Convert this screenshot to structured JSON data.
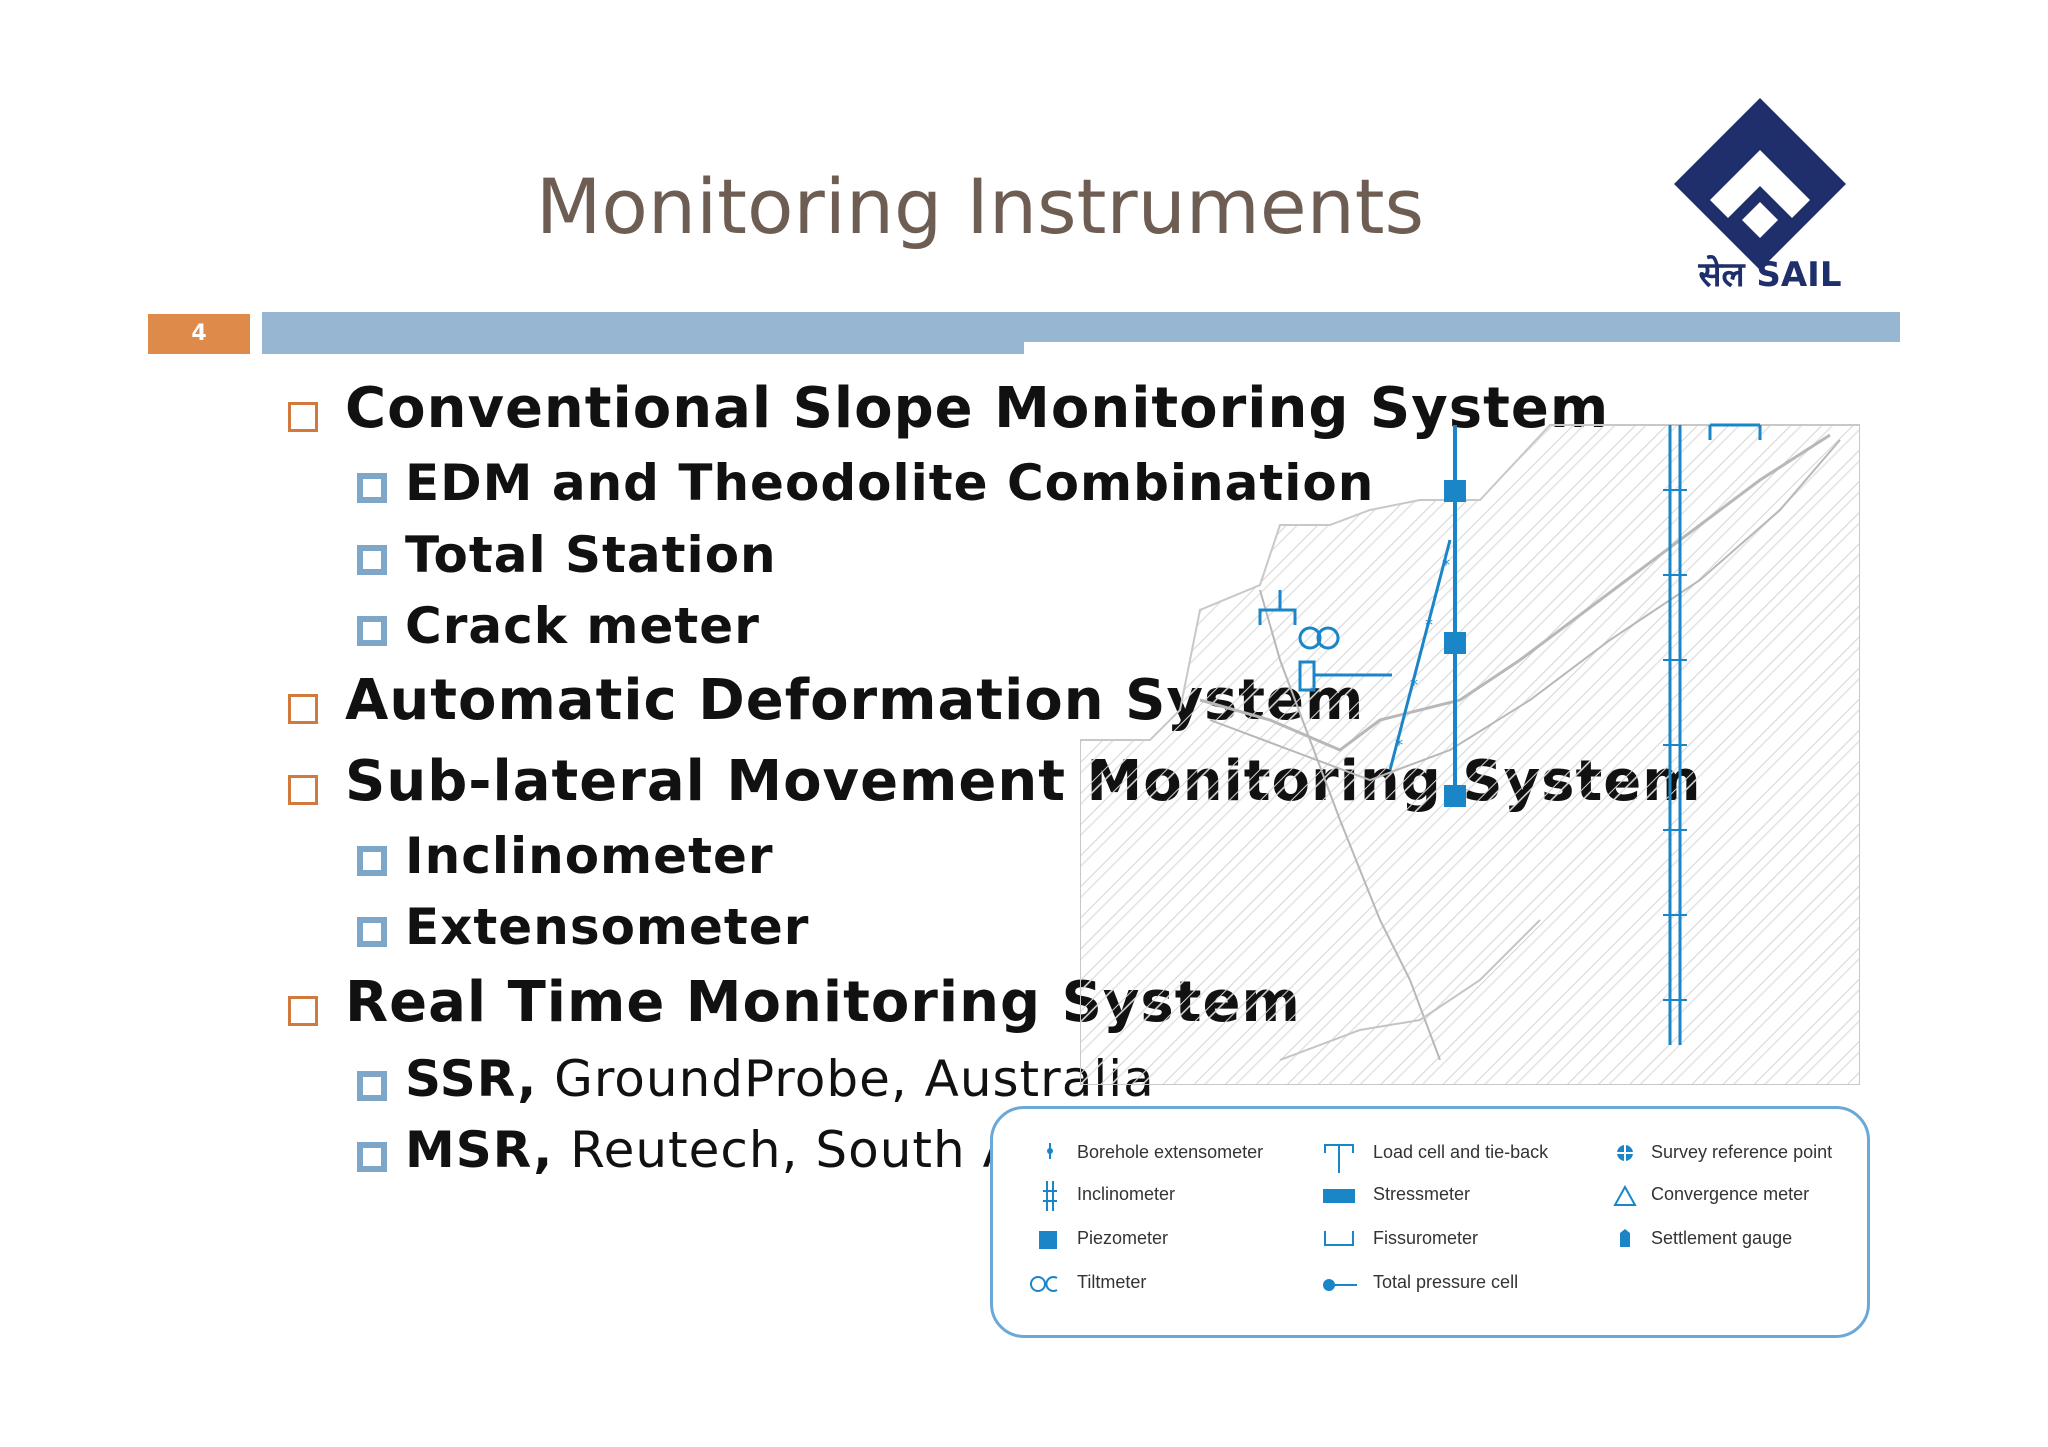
{
  "slide": {
    "title": "Monitoring Instruments",
    "number": "4",
    "logo_text": "सेल SAIL"
  },
  "bullets": [
    {
      "label": "Conventional Slope Monitoring System",
      "sub": [
        {
          "bold": "EDM and Theodolite Combination",
          "normal": ""
        },
        {
          "bold": "Total Station",
          "normal": ""
        },
        {
          "bold": "Crack meter",
          "normal": ""
        }
      ]
    },
    {
      "label": "Automatic Deformation System",
      "sub": []
    },
    {
      "label": "Sub-lateral Movement Monitoring System",
      "sub": [
        {
          "bold": "Inclinometer",
          "normal": ""
        },
        {
          "bold": "Extensometer",
          "normal": ""
        }
      ]
    },
    {
      "label": "Real Time Monitoring System",
      "sub": [
        {
          "bold": "SSR,",
          "normal": " GroundProbe, Australia"
        },
        {
          "bold": "MSR,",
          "normal": " Reutech, South Africa"
        }
      ]
    }
  ],
  "legend": {
    "items": [
      {
        "label": "Borehole extensometer",
        "icon": "borehole-extensometer-icon"
      },
      {
        "label": "Inclinometer",
        "icon": "inclinometer-icon"
      },
      {
        "label": "Piezometer",
        "icon": "piezometer-icon"
      },
      {
        "label": "Tiltmeter",
        "icon": "tiltmeter-icon"
      },
      {
        "label": "Load cell and tie-back",
        "icon": "load-cell-icon"
      },
      {
        "label": "Stressmeter",
        "icon": "stressmeter-icon"
      },
      {
        "label": "Fissurometer",
        "icon": "fissurometer-icon"
      },
      {
        "label": "Total pressure cell",
        "icon": "pressure-cell-icon"
      },
      {
        "label": "Survey reference point",
        "icon": "survey-reference-icon"
      },
      {
        "label": "Convergence meter",
        "icon": "convergence-meter-icon"
      },
      {
        "label": "Settlement gauge",
        "icon": "settlement-gauge-icon"
      }
    ]
  },
  "colors": {
    "title": "#6e5d53",
    "accent_orange": "#dd8a4a",
    "bar_blue": "#96b6d2",
    "instrument_blue": "#1a86c8",
    "logo_navy": "#1f2f6b"
  }
}
